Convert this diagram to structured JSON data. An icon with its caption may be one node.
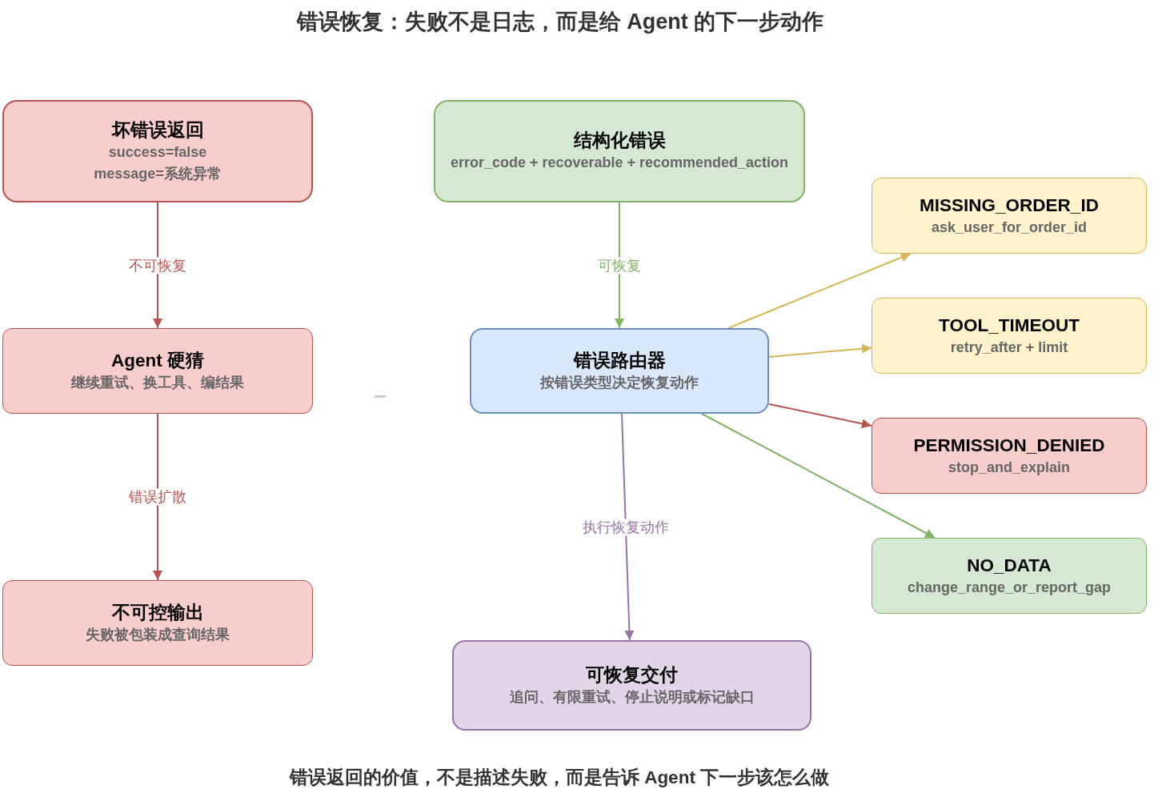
{
  "diagram": {
    "title": "错误恢复：失败不是日志，而是给 Agent 的下一步动作",
    "caption": "错误返回的价值，不是描述失败，而是告诉 Agent 下一步该怎么做",
    "nodes": [
      {
        "text": [
          "坏错误返回",
          "success=false",
          "message=系统异常"
        ]
      },
      {
        "text": [
          "结构化错误",
          "error_code + recoverable + recommended_action"
        ]
      },
      {
        "text": [
          "MISSING_ORDER_ID",
          "ask_user_for_order_id"
        ]
      },
      {
        "text": [
          "Agent 硬猜",
          "继续重试、换工具、编结果"
        ]
      },
      {
        "text": [
          "错误路由器",
          "按错误类型决定恢复动作"
        ]
      },
      {
        "text": [
          "TOOL_TIMEOUT",
          "retry_after + limit"
        ]
      },
      {
        "text": [
          "PERMISSION_DENIED",
          "stop_and_explain"
        ]
      },
      {
        "text": [
          "NO_DATA",
          "change_range_or_report_gap"
        ]
      },
      {
        "text": [
          "不可控输出",
          "失败被包装成查询结果"
        ]
      },
      {
        "text": [
          "可恢复交付",
          "追问、有限重试、停止说明或标记缺口"
        ]
      }
    ],
    "edges": [
      {
        "from": 0,
        "to": 3,
        "arrow": "to",
        "label": "不可恢复",
        "color": "#b85450"
      },
      {
        "from": 3,
        "to": 8,
        "arrow": "to",
        "label": "错误扩散",
        "color": "#b85450"
      },
      {
        "from": 1,
        "to": 4,
        "arrow": "to",
        "label": "可恢复",
        "color": "#82b366"
      },
      {
        "from": 4,
        "to": 2,
        "arrow": "to",
        "color": "#d6b656"
      },
      {
        "from": 4,
        "to": 5,
        "arrow": "to",
        "color": "#d6b656"
      },
      {
        "from": 4,
        "to": 6,
        "arrow": "to",
        "color": "#b85450"
      },
      {
        "from": 4,
        "to": 9,
        "arrow": "to",
        "label": "执行恢复动作",
        "color": "#9673a6"
      },
      {
        "from": 4,
        "to": 7,
        "arrow": "to",
        "color": "#82b366"
      }
    ]
  }
}
